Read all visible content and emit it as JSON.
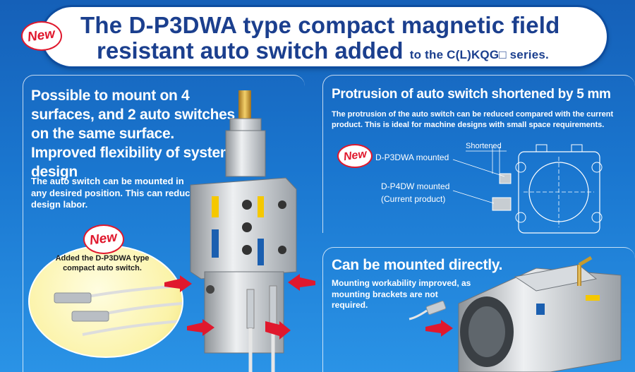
{
  "banner": {
    "badge": "New",
    "line1": "The D-P3DWA type compact magnetic field",
    "line2_main": "resistant auto switch added",
    "line2_small": "to the C(L)KQG□ series."
  },
  "left_panel": {
    "heading": "Possible to mount on 4 surfaces, and 2 auto switches on the same surface. Improved flexibility of system design",
    "body": "The auto switch can be mounted in any desired position. This can reduce design labor.",
    "callout_badge": "New",
    "callout_text": "Added the D-P3DWA type compact auto switch."
  },
  "top_right_panel": {
    "heading": "Protrusion of auto switch shortened by 5 mm",
    "body": "The protrusion of the auto switch can be reduced compared with the current product. This is ideal for machine designs with small space requirements.",
    "diagram": {
      "badge": "New",
      "label_new": "D-P3DWA mounted",
      "label_shortened": "Shortened",
      "label_current_1": "D-P4DW mounted",
      "label_current_2": "(Current product)"
    }
  },
  "bottom_right_panel": {
    "heading": "Can be mounted directly.",
    "body": "Mounting workability improved, as mounting brackets are not required."
  },
  "colors": {
    "background": "#1a76cf",
    "banner_text": "#1b3f8e",
    "badge_red": "#e0182d",
    "arrow_red": "#e0182d",
    "callout_yellow": "#fbf3a8"
  }
}
